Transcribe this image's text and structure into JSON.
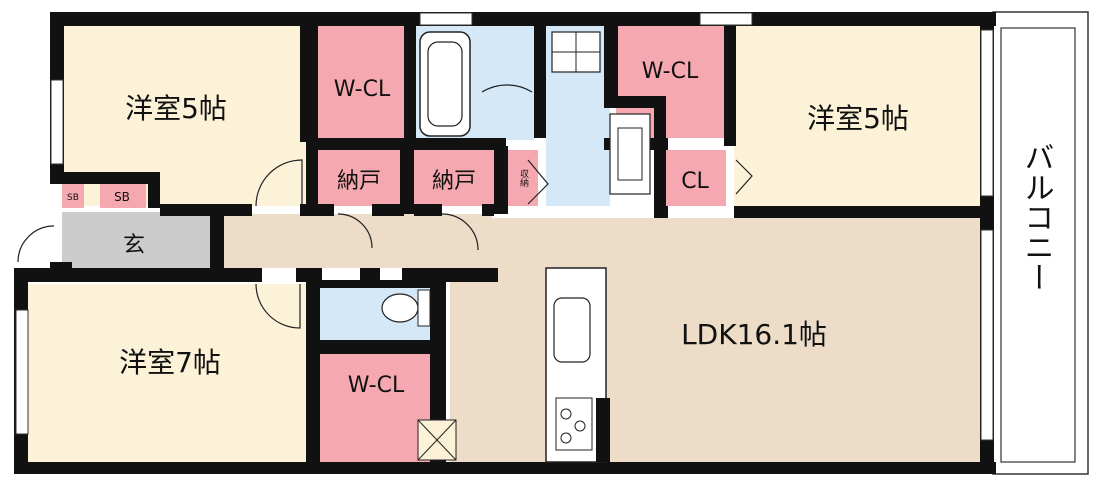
{
  "rooms": {
    "western_tl": "洋室5帖",
    "western_tr": "洋室5帖",
    "western_bl": "洋室7帖",
    "ldk": "LDK16.1帖",
    "wcl_top_left": "W-CL",
    "wcl_top_right": "W-CL",
    "wcl_bottom": "W-CL",
    "storage_1": "納戸",
    "storage_2": "納戸",
    "closet": "CL",
    "entrance": "玄",
    "sb_1": "SB",
    "sb_2": "SB",
    "shuno": "収納"
  },
  "balcony": "バルコニー",
  "colors": {
    "western": "#fcf2d8",
    "ldk": "#ecdcc8",
    "closet": "#f5a8b0",
    "wet": "#d5e8f8",
    "entrance": "#cccccc",
    "wall": "#111111"
  }
}
